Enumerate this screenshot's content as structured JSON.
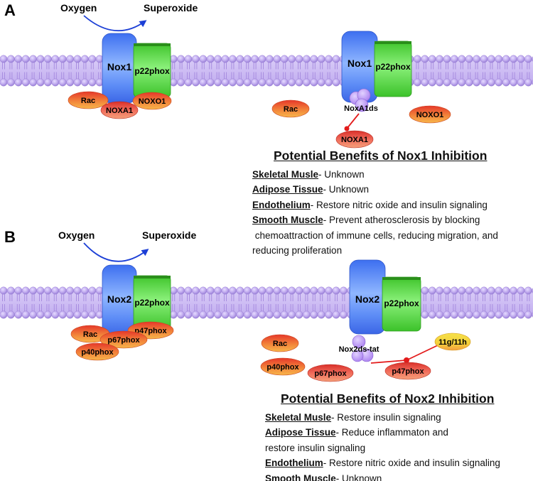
{
  "panel_a": {
    "letter": "A",
    "oxygen": "Oxygen",
    "superoxide": "Superoxide",
    "left": {
      "nox": "Nox1",
      "p22": "p22phox",
      "rac": "Rac",
      "noxa1": "NOXA1",
      "noxo1": "NOXO1"
    },
    "right": {
      "nox": "Nox1",
      "p22": "p22phox",
      "inhibitor": "NoxA1ds",
      "rac": "Rac",
      "noxa1": "NOXA1",
      "noxo1": "NOXO1"
    },
    "benefits": {
      "title": "Potential Benefits of Nox1 Inhibition",
      "items": [
        {
          "tissue": "Skeletal Musle",
          "text": "- Unknown"
        },
        {
          "tissue": "Adipose Tissue",
          "text": "-  Unknown"
        },
        {
          "tissue": "Endothelium",
          "text": "- Restore nitric oxide and insulin signaling"
        },
        {
          "tissue": "Smooth Muscle",
          "text": "- Prevent atherosclerosis by  blocking"
        }
      ],
      "continuation": [
        " chemoattraction of immune cells, reducing migration, and",
        "reducing proliferation"
      ]
    }
  },
  "panel_b": {
    "letter": "B",
    "oxygen": "Oxygen",
    "superoxide": "Superoxide",
    "left": {
      "nox": "Nox2",
      "p22": "p22phox",
      "rac": "Rac",
      "p67": "p67phox",
      "p47": "p47phox",
      "p40": "p40phox"
    },
    "right": {
      "nox": "Nox2",
      "p22": "p22phox",
      "inhibitor": "Nox2ds-tat",
      "rac": "Rac",
      "p40": "p40phox",
      "p67": "p67phox",
      "p47": "p47phox",
      "other": "11g/11h"
    },
    "benefits": {
      "title": "Potential Benefits of Nox2 Inhibition",
      "items": [
        {
          "tissue": "Skeletal Musle",
          "text": "- Restore insulin signaling"
        },
        {
          "tissue": "Adipose Tissue",
          "text": "- Reduce inflammaton and"
        }
      ],
      "continuation_1": [
        "restore insulin signaling"
      ],
      "items_2": [
        {
          "tissue": "Endothelium",
          "text": "- Restore nitric oxide and insulin signaling"
        },
        {
          "tissue": "Smooth Muscle",
          "text": "- Unknown"
        }
      ]
    }
  },
  "colors": {
    "membrane": "#b79ee6",
    "nox_blue": "#4a7ff0",
    "p22_green": "#4fd23a",
    "subunit_orange": "#f07a2a",
    "subunit_red": "#e53b2e",
    "subunit_yellow": "#f2d431",
    "inhibitor_purple": "#b58cf2",
    "arrow_blue": "#1c3fd6",
    "block_red": "#e31b1b"
  }
}
